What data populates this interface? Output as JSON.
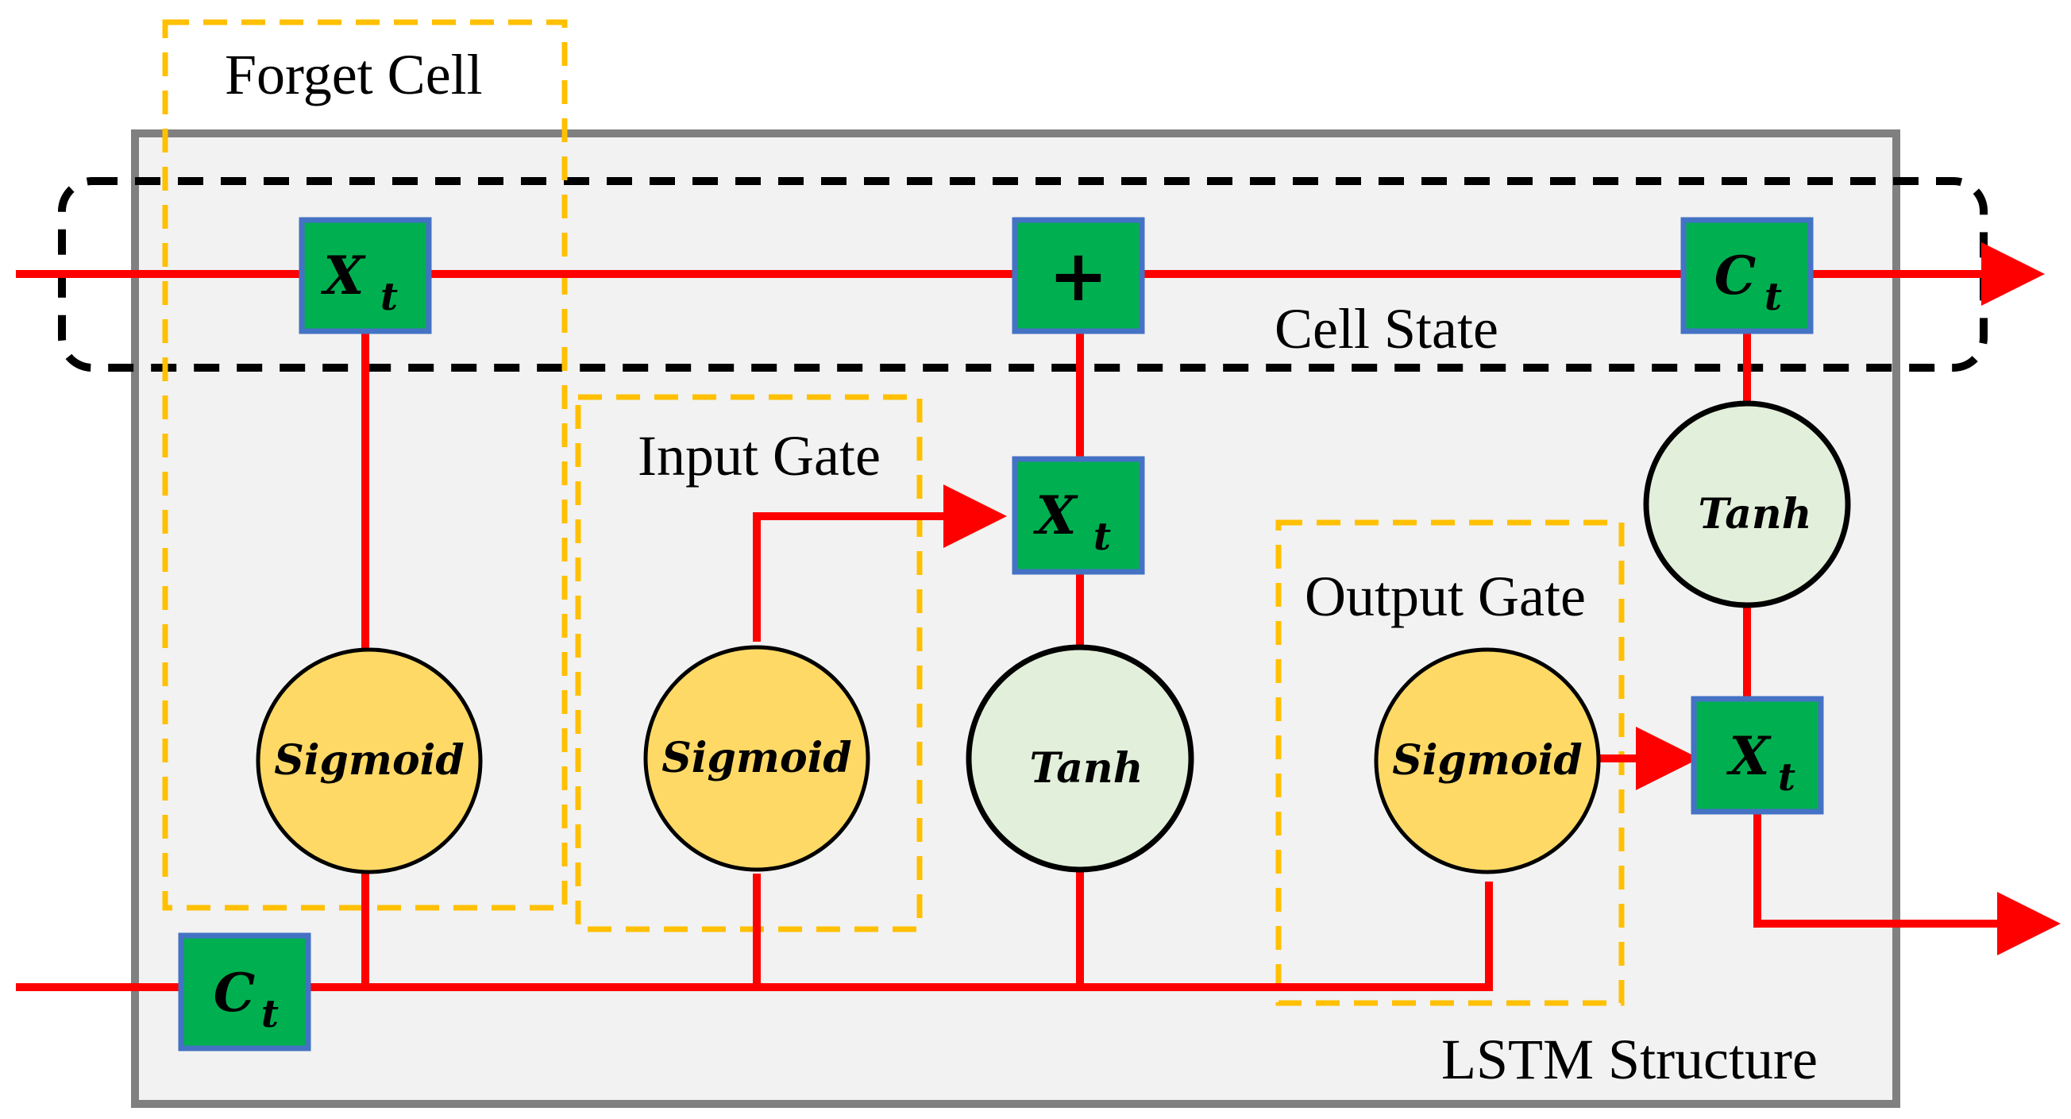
{
  "labels": {
    "forget_cell": "Forget Cell",
    "cell_state": "Cell State",
    "input_gate": "Input Gate",
    "output_gate": "Output Gate",
    "lstm_structure": "LSTM Structure"
  },
  "nodes": {
    "sigmoid": "Sigmoid",
    "tanh": "Tanh",
    "plus": "+",
    "x_main": "X",
    "c_main": "C",
    "subscript": "t"
  },
  "colors": {
    "signal_line": "#ff0000",
    "operator_box_fill": "#00b050",
    "operator_box_border": "#4472c4",
    "sigmoid_fill": "#ffd966",
    "tanh_fill": "#e2efda",
    "gate_dash": "#ffc000",
    "structure_fill": "#f2f2f2",
    "structure_border": "#808080",
    "cell_state_dash": "#000000"
  }
}
